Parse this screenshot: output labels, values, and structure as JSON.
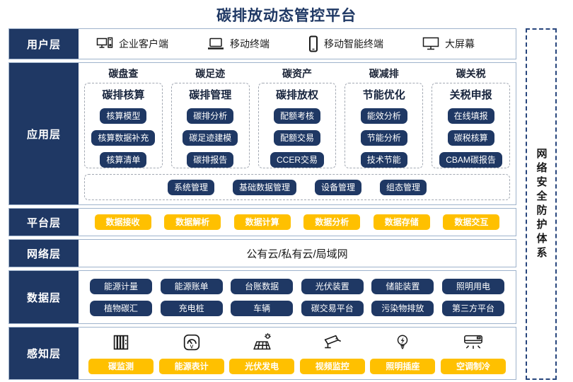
{
  "title": "碳排放动态管控平台",
  "security": {
    "label": "网络安全防护体系"
  },
  "colors": {
    "navy": "#1F3864",
    "yellow": "#FFC000",
    "row_border": "#9FB3CC",
    "title_text": "#1F3864"
  },
  "layers": {
    "user": {
      "label": "用户层",
      "items": [
        {
          "icon": "desktop-pc-icon",
          "label": "企业客户端"
        },
        {
          "icon": "laptop-icon",
          "label": "移动终端"
        },
        {
          "icon": "smartphone-icon",
          "label": "移动智能终端"
        },
        {
          "icon": "big-screen-icon",
          "label": "大屏幕"
        }
      ]
    },
    "application": {
      "label": "应用层",
      "groups": [
        {
          "header": "碳盘查",
          "subheader": "碳排核算",
          "items": [
            "核算模型",
            "核算数据补充",
            "核算清单"
          ]
        },
        {
          "header": "碳足迹",
          "subheader": "碳排管理",
          "items": [
            "碳排分析",
            "碳足迹建模",
            "碳排报告"
          ]
        },
        {
          "header": "碳资产",
          "subheader": "碳排放权",
          "items": [
            "配额考核",
            "配额交易",
            "CCER交易"
          ]
        },
        {
          "header": "碳减排",
          "subheader": "节能优化",
          "items": [
            "能效分析",
            "节能分析",
            "技术节能"
          ]
        },
        {
          "header": "碳关税",
          "subheader": "关税申报",
          "items": [
            "在线填报",
            "碳税核算",
            "CBAM碳报告"
          ]
        }
      ],
      "common": [
        "系统管理",
        "基础数据管理",
        "设备管理",
        "组态管理"
      ]
    },
    "platform": {
      "label": "平台层",
      "items": [
        "数据接收",
        "数据解析",
        "数据计算",
        "数据分析",
        "数据存储",
        "数据交互"
      ]
    },
    "network": {
      "label": "网络层",
      "value": "公有云/私有云/局域网"
    },
    "data": {
      "label": "数据层",
      "rows": [
        [
          "能源计量",
          "能源账单",
          "台账数据",
          "光伏装置",
          "储能装置",
          "照明用电"
        ],
        [
          "植物碳汇",
          "充电桩",
          "车辆",
          "碳交易平台",
          "污染物排放",
          "第三方平台"
        ]
      ]
    },
    "sense": {
      "label": "感知层",
      "items": [
        {
          "icon": "carbon-monitor-cabinet-icon",
          "label": "碳监测"
        },
        {
          "icon": "energy-meter-icon",
          "label": "能源表计"
        },
        {
          "icon": "solar-panel-icon",
          "label": "光伏发电"
        },
        {
          "icon": "cctv-camera-icon",
          "label": "视频监控"
        },
        {
          "icon": "light-bulb-icon",
          "label": "照明插座"
        },
        {
          "icon": "air-conditioner-icon",
          "label": "空调制冷"
        }
      ]
    }
  }
}
